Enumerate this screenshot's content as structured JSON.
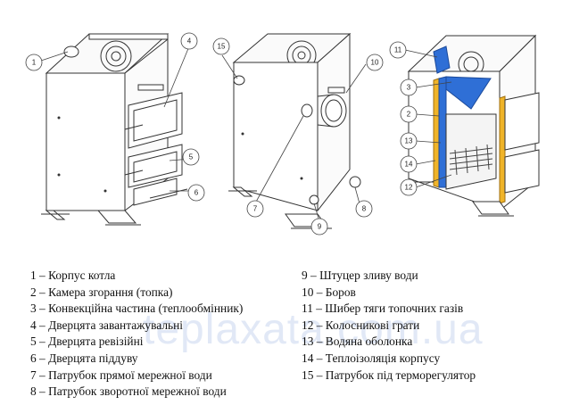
{
  "callouts": [
    "1",
    "2",
    "3",
    "4",
    "5",
    "6",
    "7",
    "8",
    "9",
    "10",
    "11",
    "12",
    "13",
    "14",
    "15"
  ],
  "legend_left": [
    "1 – Корпус котла",
    "2 – Камера згорання (топка)",
    "3 – Конвекційна частина (теплообмінник)",
    "4 – Дверцята завантажувальні",
    "5 – Дверцята ревізійні",
    "6 – Дверцята піддуву",
    "7 – Патрубок прямої мережної води",
    "8 – Патрубок зворотної мережної води"
  ],
  "legend_right": [
    "9 – Штуцер зливу води",
    "10 – Боров",
    "11 – Шибер тяги топочних газів",
    "12 – Колосникові грати",
    "13 – Водяна оболонка",
    "14 – Теплоізоляція корпусу",
    "15 – Патрубок під терморегулятор"
  ],
  "watermark": "teplaxata.com.ua",
  "colors": {
    "line": "#333333",
    "insulation": "#f0b429",
    "water": "#2f6fd6",
    "watermark": "#c9d7ef"
  }
}
